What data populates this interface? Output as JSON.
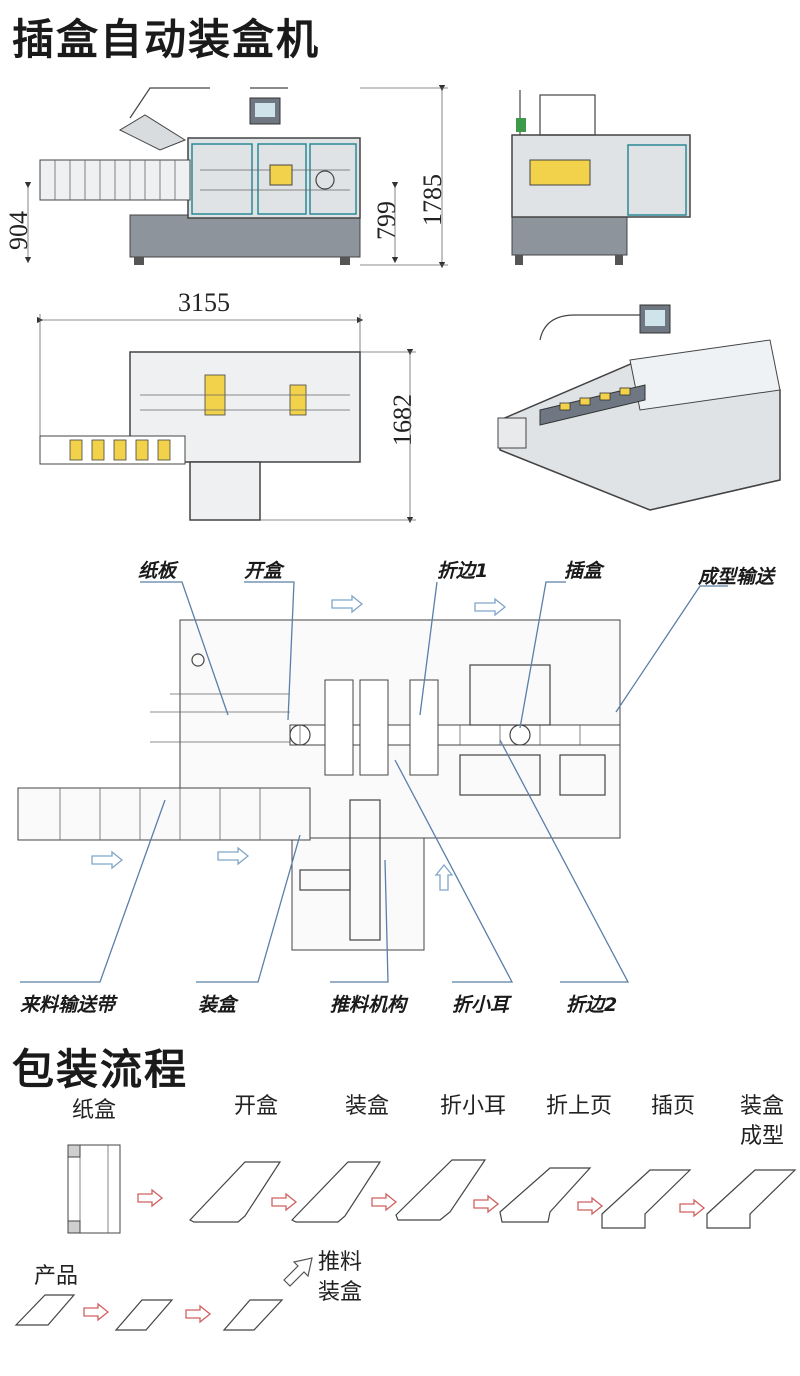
{
  "titles": {
    "main": "插盒自动装盒机",
    "process": "包装流程"
  },
  "dimensions": {
    "height_left": "904",
    "height_mid": "799",
    "height_total": "1785",
    "length": "3155",
    "width": "1682"
  },
  "callouts": {
    "top": [
      "纸板",
      "开盒",
      "折边1",
      "插盒",
      "成型输送"
    ],
    "bottom": [
      "来料输送带",
      "装盒",
      "推料机构",
      "折小耳",
      "折边2"
    ]
  },
  "process": {
    "carton": "纸盒",
    "steps": [
      "开盒",
      "装盒",
      "折小耳",
      "折上页",
      "插页"
    ],
    "final_line1": "装盒",
    "final_line2": "成型",
    "product": "产品",
    "push_line1": "推料",
    "push_line2": "装盒"
  },
  "colors": {
    "machine_frame": "#6f7782",
    "machine_body": "#8d949c",
    "accent_teal": "#2a8a96",
    "product_yellow": "#f2d24b",
    "flow_arrow_red": "#d06060",
    "layout_arrow_blue": "#7fa6c9"
  }
}
